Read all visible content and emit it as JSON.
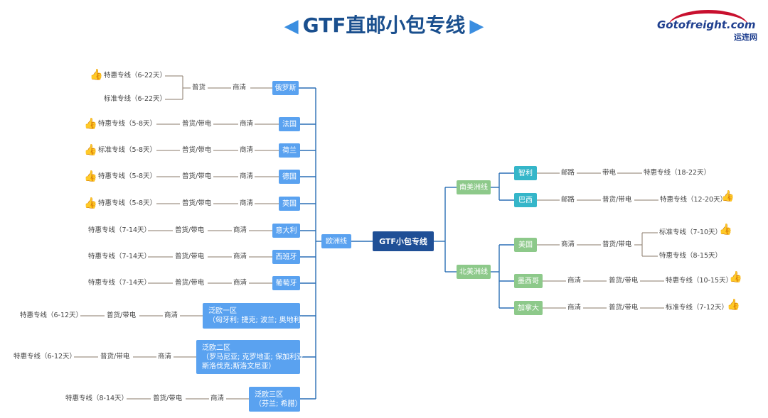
{
  "header": {
    "title": "GTF直邮小包专线",
    "logo_text": "Gotofreight.com",
    "logo_cn": "运连网"
  },
  "root": "GTF小包专线",
  "euro": {
    "label": "欧洲线",
    "countries": [
      {
        "name": "俄罗斯",
        "clear": "商清",
        "goods": "普货",
        "lines": [
          "特惠专线（6-22天）",
          "标准专线（6-22天）"
        ]
      },
      {
        "name": "法国",
        "clear": "商清",
        "goods": "普货/带电",
        "lines": [
          "特惠专线（5-8天）"
        ]
      },
      {
        "name": "荷兰",
        "clear": "商清",
        "goods": "普货/带电",
        "lines": [
          "标准专线（5-8天）"
        ]
      },
      {
        "name": "德国",
        "clear": "商清",
        "goods": "普货/带电",
        "lines": [
          "特惠专线（5-8天）"
        ]
      },
      {
        "name": "英国",
        "clear": "商清",
        "goods": "普货/带电",
        "lines": [
          "特惠专线（5-8天）"
        ]
      },
      {
        "name": "意大利",
        "clear": "商清",
        "goods": "普货/带电",
        "lines": [
          "特惠专线（7-14天）"
        ]
      },
      {
        "name": "西班牙",
        "clear": "商清",
        "goods": "普货/带电",
        "lines": [
          "特惠专线（7-14天）"
        ]
      },
      {
        "name": "葡萄牙",
        "clear": "商清",
        "goods": "普货/带电",
        "lines": [
          "特惠专线（7-14天）"
        ]
      },
      {
        "name": "泛欧一区",
        "sub": [
          "（匈牙利; 捷克; 波兰; 奥地利）"
        ],
        "clear": "商清",
        "goods": "普货/带电",
        "lines": [
          "特惠专线（6-12天）"
        ]
      },
      {
        "name": "泛欧二区",
        "sub": [
          "（罗马尼亚; 克罗地亚; 保加利亚;",
          "斯洛伐克;斯洛文尼亚）"
        ],
        "clear": "商清",
        "goods": "普货/带电",
        "lines": [
          "特惠专线（6-12天）"
        ]
      },
      {
        "name": "泛欧三区",
        "sub": [
          "（芬兰; 希腊）"
        ],
        "clear": "商清",
        "goods": "普货/带电",
        "lines": [
          "特惠专线（8-14天）"
        ]
      }
    ]
  },
  "south_america": {
    "label": "南美洲线",
    "countries": [
      {
        "name": "智利",
        "clear": "邮路",
        "goods": "带电",
        "lines": [
          "特惠专线（18-22天）"
        ]
      },
      {
        "name": "巴西",
        "clear": "邮路",
        "goods": "普货/带电",
        "lines": [
          "特惠专线（12-20天）"
        ]
      }
    ]
  },
  "north_america": {
    "label": "北美洲线",
    "countries": [
      {
        "name": "美国",
        "clear": "商清",
        "goods": "普货/带电",
        "lines": [
          "标准专线（7-10天）",
          "特惠专线（8-15天）"
        ]
      },
      {
        "name": "墨西哥",
        "clear": "商清",
        "goods": "普货/带电",
        "lines": [
          "特惠专线（10-15天）"
        ]
      },
      {
        "name": "加拿大",
        "clear": "商清",
        "goods": "普货/带电",
        "lines": [
          "标准专线（7-12天）"
        ]
      }
    ]
  },
  "icons": {
    "recommend": "thumbs-up-icon",
    "arrow_left": "triangle-left-icon",
    "arrow_right": "triangle-right-icon"
  },
  "colors": {
    "title": "#1a4f8e",
    "root": "#1f4f96",
    "europe": "#5aa2f0",
    "americas_region": "#8dc98a",
    "south_country": "#35b6c9",
    "north_country": "#8dc98a"
  }
}
